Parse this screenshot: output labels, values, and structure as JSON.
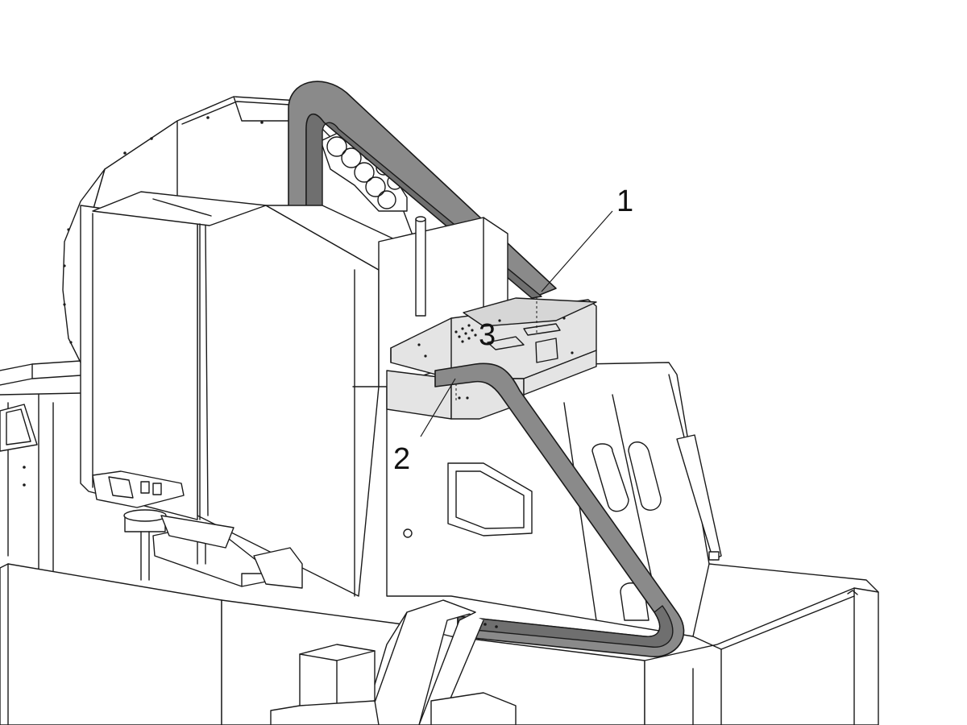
{
  "callouts": {
    "c1": "1",
    "c2": "2",
    "c3": "3"
  },
  "colors": {
    "cable": "#8a8a8a",
    "bracket": "#e4e4e4",
    "line": "#1a1a1a",
    "background": "#ffffff"
  }
}
